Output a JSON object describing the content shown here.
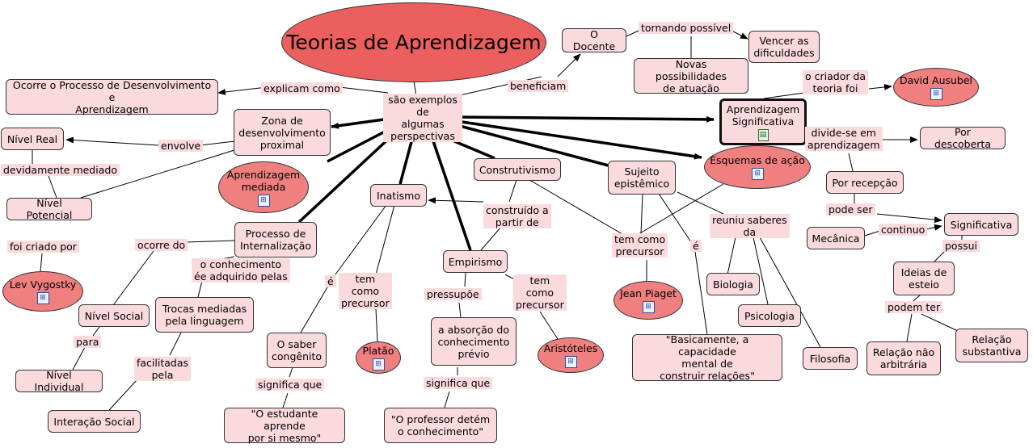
{
  "main": {
    "title": "Teorias de Aprendizagem",
    "center": "são exemplos\nde\nalgumas\nperspectivas"
  },
  "nodes": {
    "docente": "O Docente",
    "vencer": "Vencer as\ndificuldades",
    "novas": "Novas possibilidades\nde atuação",
    "ocorre_processo": "Ocorre o Processo de Desenvolvimento e\nAprendizagem",
    "zona": "Zona de\ndesenvolvimento\nproximal",
    "nivel_real": "Nível Real",
    "nivel_potencial": "Nível Potencial",
    "aprend_mediada": "Aprendizagem\nmediada",
    "lev": "Lev Vygostky",
    "processo_int": "Processo de\nInternalização",
    "nivel_social": "Nível Social",
    "nivel_individual": "Nível Individual",
    "trocas": "Trocas mediadas\npela linguagem",
    "interacao": "Interação Social",
    "inatismo": "Inatismo",
    "saber_congenito": "O saber\ncongênito",
    "estudante": "\"O estudante aprende\npor si mesmo\"",
    "platao": "Platão",
    "construtivismo": "Construtivismo",
    "empirismo": "Empirismo",
    "absorcao": "a absorção do\nconhecimento\nprévio",
    "professor": "\"O professor detém\no conhecimento\"",
    "aristoteles": "Aristóteles",
    "sujeito": "Sujeito\nepistêmico",
    "jean": "Jean Piaget",
    "basicamente": "\"Basicamente, a capacidade\nmental de\nconstruir relações\"",
    "biologia": "Biologia",
    "psicologia": "Psicologia",
    "filosofia": "Filosofia",
    "aprend_sig": "Aprendizagem\nSignificativa",
    "david": "David Ausubel",
    "esquemas": "Esquemas de ação",
    "descoberta": "Por descoberta",
    "recepcao": "Por recepção",
    "significativa": "Significativa",
    "mecanica": "Mecânica",
    "ideias": "Ideias de\nesteio",
    "nao_arbitraria": "Relação não\narbitrária",
    "substantiva": "Relação\nsubstantiva"
  },
  "links": {
    "tornando": "tornando possível",
    "beneficiam": "beneficiam",
    "explicam": "explicam como",
    "envolve": "envolve",
    "devidamente": "devidamente mediado",
    "foi_criado": "foi criado por",
    "ocorre_do": "ocorre do",
    "conhecimento_adq": "o conhecimento\née adquirido pelas",
    "para": "para",
    "facilitadas": "facilitadas\npela",
    "e1": "é",
    "tem_como_prec1": "tem\ncomo\nprecursor",
    "significa1": "significa que",
    "construido": "construído a\npartir de",
    "pressupoe": "pressupõe",
    "tem_como_prec2": "tem\ncomo\nprecursor",
    "significa2": "significa que",
    "tem_como_prec3": "tem como\nprecursor",
    "e2": "é",
    "reuniu": "reuniu saberes\nda",
    "criador": "o criador da\nteoria foi",
    "divide": "divide-se em\naprendizagem",
    "pode_ser": "pode ser",
    "continuo": "continuo",
    "possui": "possui",
    "podem_ter": "podem ter"
  },
  "icons": {
    "concept_map": "sub-map-icon",
    "attachment": "film-icon"
  },
  "colors": {
    "node_fill": "#fadadd",
    "ellipse_fill": "#f08080",
    "title_fill": "#ec5f5f"
  }
}
